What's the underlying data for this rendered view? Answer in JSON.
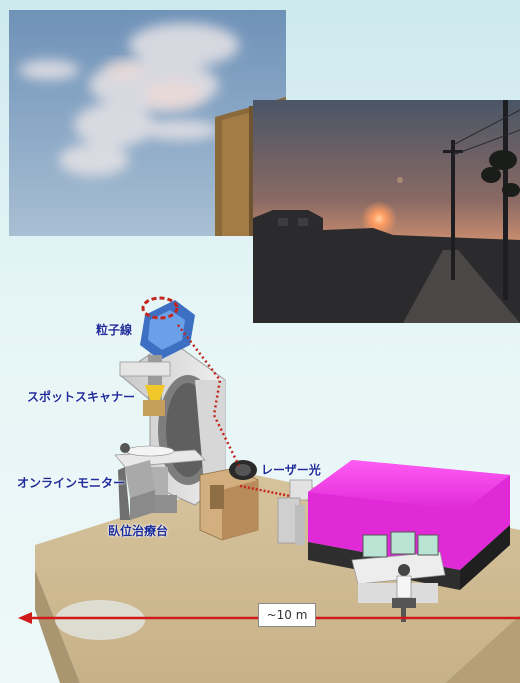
{
  "photos": {
    "sky": "daytime-sky-photo",
    "sunset": "sunset-street-photo"
  },
  "labels": {
    "particle_beam": "粒子線",
    "spot_scanner": "スポットスキャナー",
    "laser_light": "レーザー光",
    "online_monitor": "オンラインモニター",
    "patient_couch": "臥位治療台"
  },
  "scale": {
    "text": "~10 m"
  },
  "colors": {
    "label_text": "#1d2d9a",
    "laser_box": "#e02ad8",
    "beam_dots": "#d8241c",
    "scale_arrow": "#d01a1a"
  }
}
